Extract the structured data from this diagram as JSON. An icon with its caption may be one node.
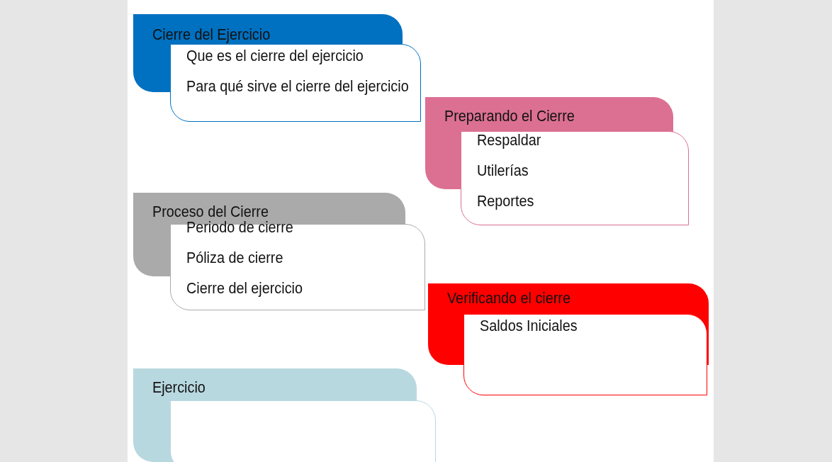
{
  "diagram": {
    "nodes": [
      {
        "text": [
          "Cierre del Ejercicio",
          "Que es el cierre del ejercicio",
          "Para qué sirve el cierre del ejercicio"
        ]
      },
      {
        "text": [
          "Preparando el Cierre",
          "Respaldar",
          "Utilerías",
          "Reportes"
        ]
      },
      {
        "text": [
          "Proceso del Cierre",
          "Periodo de cierre",
          "Póliza de cierre",
          "Cierre del ejercicio"
        ]
      },
      {
        "text": [
          "Verificando el cierre",
          "Saldos Iniciales"
        ]
      },
      {
        "text": [
          "Ejercicio"
        ]
      }
    ]
  }
}
